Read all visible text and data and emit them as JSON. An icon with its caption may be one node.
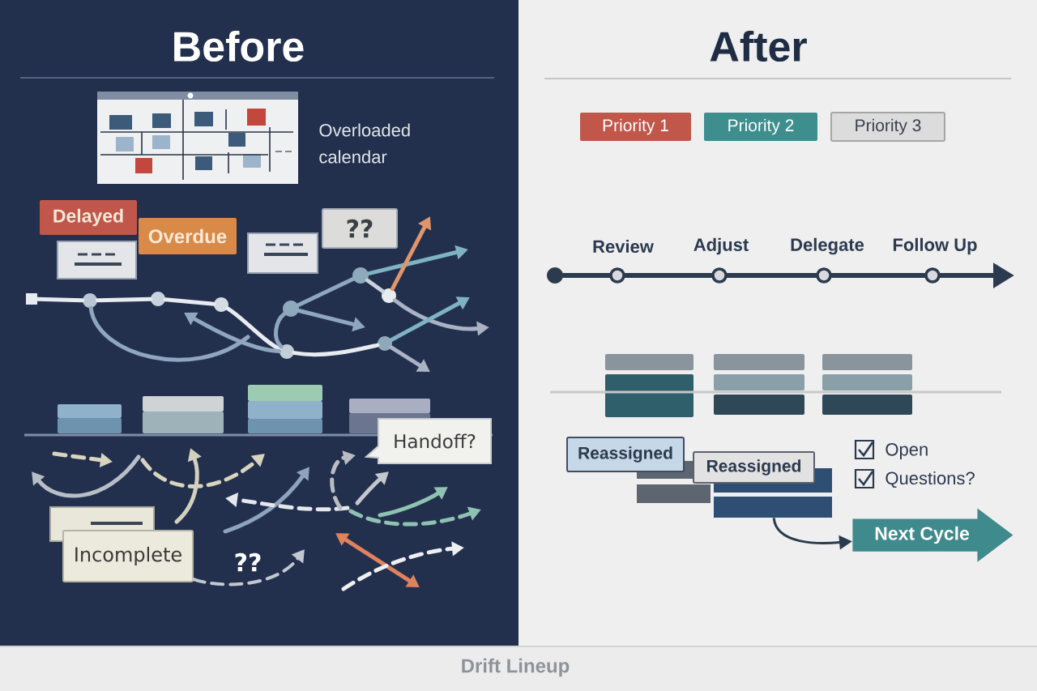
{
  "diagram": {
    "caption": "Drift Lineup",
    "nodes": [
      {
        "text": [
          "Before"
        ]
      },
      {
        "text": [
          "After"
        ]
      },
      {
        "text": [
          "Delayed"
        ],
        "in": 0
      },
      {
        "text": [
          "Overdue"
        ],
        "in": 0
      },
      {
        "text": [],
        "shape": "box",
        "in": 0
      },
      {
        "text": [],
        "shape": "box",
        "in": 0
      },
      {
        "text": [
          "??"
        ],
        "in": 0
      },
      {
        "text": [],
        "shape": "box",
        "in": 0
      },
      {
        "text": [],
        "shape": "circle",
        "in": 0
      },
      {
        "text": [],
        "shape": "circle",
        "in": 0
      },
      {
        "text": [],
        "shape": "circle",
        "in": 0
      },
      {
        "text": [],
        "shape": "circle",
        "in": 0
      },
      {
        "text": [],
        "shape": "circle",
        "in": 0
      },
      {
        "text": [],
        "shape": "circle",
        "in": 0
      },
      {
        "text": [],
        "shape": "circle",
        "in": 0
      },
      {
        "text": [],
        "shape": "circle",
        "in": 0
      },
      {
        "text": [
          "Handoff?"
        ],
        "in": 0
      },
      {
        "text": [],
        "shape": "box",
        "in": 0
      },
      {
        "text": [
          "Incomplete"
        ],
        "in": 0
      },
      {
        "text": [
          "Priority 1"
        ],
        "in": 1
      },
      {
        "text": [
          "Priority 2"
        ],
        "in": 1
      },
      {
        "text": [
          "Priority 3"
        ],
        "in": 1
      },
      {
        "text": [],
        "shape": "circle",
        "in": 1
      },
      {
        "text": [],
        "shape": "circle",
        "beside": [
          "Review"
        ],
        "in": 1
      },
      {
        "text": [],
        "shape": "circle",
        "beside": [
          "Adjust"
        ],
        "in": 1
      },
      {
        "text": [],
        "shape": "circle",
        "beside": [
          "Delegate"
        ],
        "in": 1
      },
      {
        "text": [],
        "shape": "circle",
        "beside": [
          "Follow Up"
        ],
        "in": 1
      },
      {
        "text": [
          "Reassigned"
        ],
        "in": 1
      },
      {
        "text": [
          "Reassigned"
        ],
        "in": 1
      },
      {
        "text": [],
        "shape": "bar",
        "in": 1
      },
      {
        "text": [
          "Next Cycle"
        ],
        "in": 1
      }
    ],
    "edges": [
      {
        "from": 7,
        "to": 8,
        "arrow": "none",
        "color": "#e8ecf1"
      },
      {
        "from": 8,
        "to": 9,
        "arrow": "none",
        "color": "#e8ecf1"
      },
      {
        "from": 9,
        "to": 10,
        "arrow": "none",
        "color": "#e8ecf1"
      },
      {
        "from": 10,
        "to": 11,
        "arrow": "none",
        "color": "#e8ecf1"
      },
      {
        "from": 11,
        "to": 12,
        "arrow": "none",
        "color": "#e8ecf1"
      },
      {
        "from": 11,
        "to": 13,
        "arrow": "none",
        "color": "#8fa6bf"
      },
      {
        "from": 13,
        "to": 14,
        "arrow": "none",
        "color": "#8fa6bf"
      },
      {
        "from": 14,
        "to": 15,
        "arrow": "none",
        "color": "#c9d1dc"
      },
      {
        "from": 13,
        "to": null,
        "arrow": "to",
        "color": "#8fa6bf"
      },
      {
        "from": 14,
        "to": null,
        "arrow": "to",
        "color": "#7fb2c2"
      },
      {
        "from": 15,
        "to": null,
        "arrow": "to",
        "color": "#e0956a"
      },
      {
        "from": 15,
        "to": null,
        "arrow": "to",
        "color": "#a9b3c4"
      },
      {
        "from": 12,
        "to": null,
        "arrow": "to",
        "color": "#7fb2c2"
      },
      {
        "from": 12,
        "to": null,
        "arrow": "to",
        "color": "#a9b3c4"
      },
      {
        "from": 11,
        "to": null,
        "arrow": "to",
        "color": "#8fa6bf"
      },
      {
        "from": 8,
        "to": null,
        "arrow": "none",
        "color": "#8fa6bf"
      },
      {
        "from": 18,
        "to": null,
        "arrow": "to",
        "label": "??",
        "style": "dashed",
        "color": "#c3c8d0"
      },
      {
        "from": 22,
        "to": 23,
        "arrow": "none"
      },
      {
        "from": 23,
        "to": 24,
        "arrow": "none"
      },
      {
        "from": 24,
        "to": 25,
        "arrow": "none"
      },
      {
        "from": 25,
        "to": 26,
        "arrow": "none"
      },
      {
        "from": 26,
        "to": null,
        "arrow": "to"
      },
      {
        "from": 29,
        "to": 30,
        "arrow": "to"
      }
    ],
    "labels": [
      "Overloaded calendar",
      "Open",
      "Questions?"
    ]
  }
}
